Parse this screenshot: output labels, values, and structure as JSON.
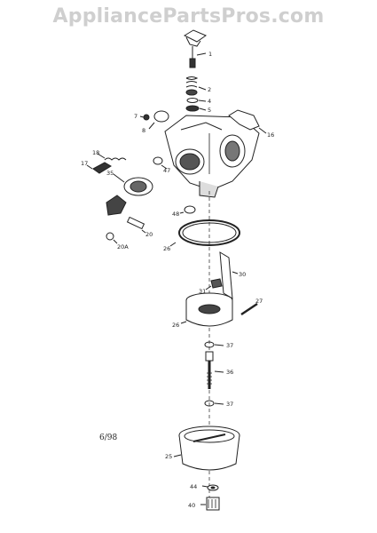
{
  "watermark": "AppliancePartsPros.com",
  "date_code": "6/98",
  "callouts": {
    "p1": "1",
    "p2": "2",
    "p4": "4",
    "p5": "5",
    "p7": "7",
    "p8": "8",
    "p16": "16",
    "p17": "17",
    "p18": "18",
    "p47": "47",
    "p35": "35",
    "p20": "20",
    "p20a": "20A",
    "p48": "48",
    "p26a": "26",
    "p30": "30",
    "p31": "31",
    "p27": "27",
    "p26b": "26",
    "p37a": "37",
    "p36": "36",
    "p37b": "37",
    "p25": "25",
    "p44": "44",
    "p40": "40"
  }
}
